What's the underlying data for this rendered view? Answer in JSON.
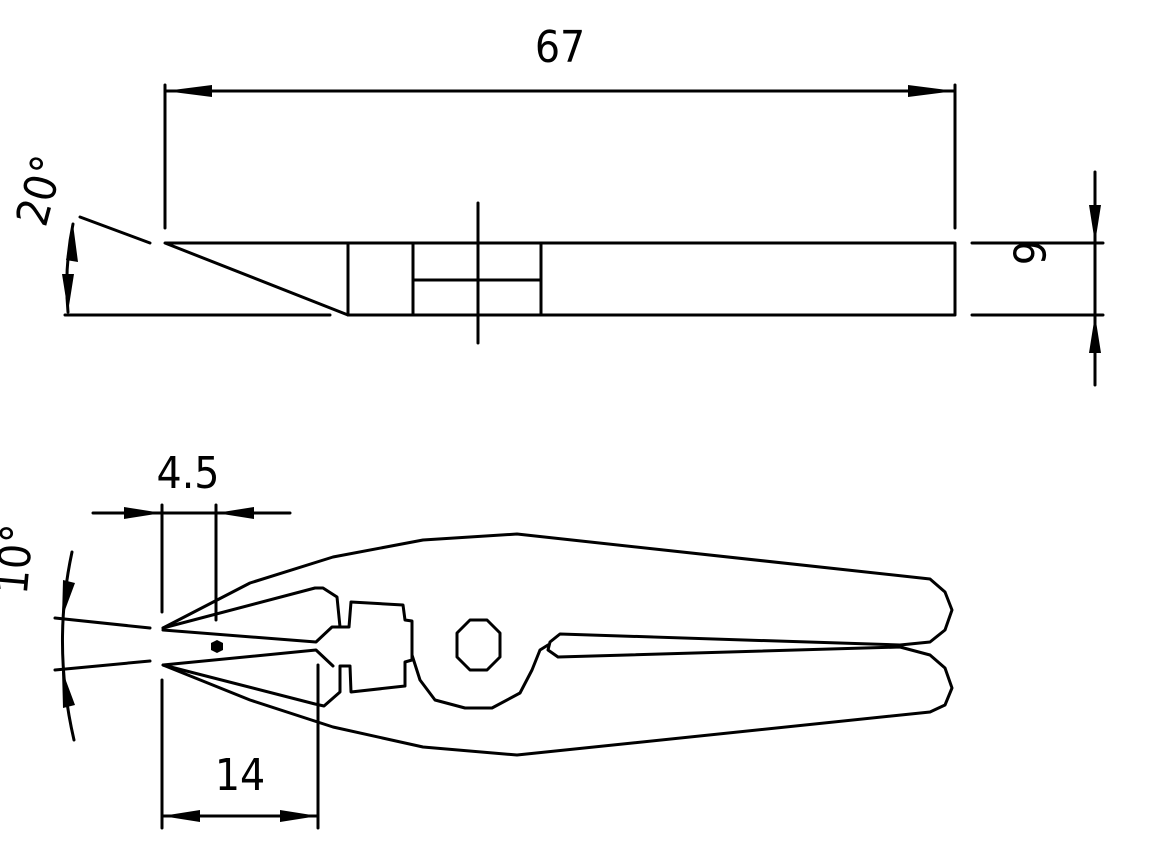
{
  "dimensions": {
    "length": "67",
    "blade_angle": "20°",
    "thickness": "6",
    "tip_offset": "4.5",
    "jaw_angle": "10°",
    "jaw_length": "14"
  }
}
